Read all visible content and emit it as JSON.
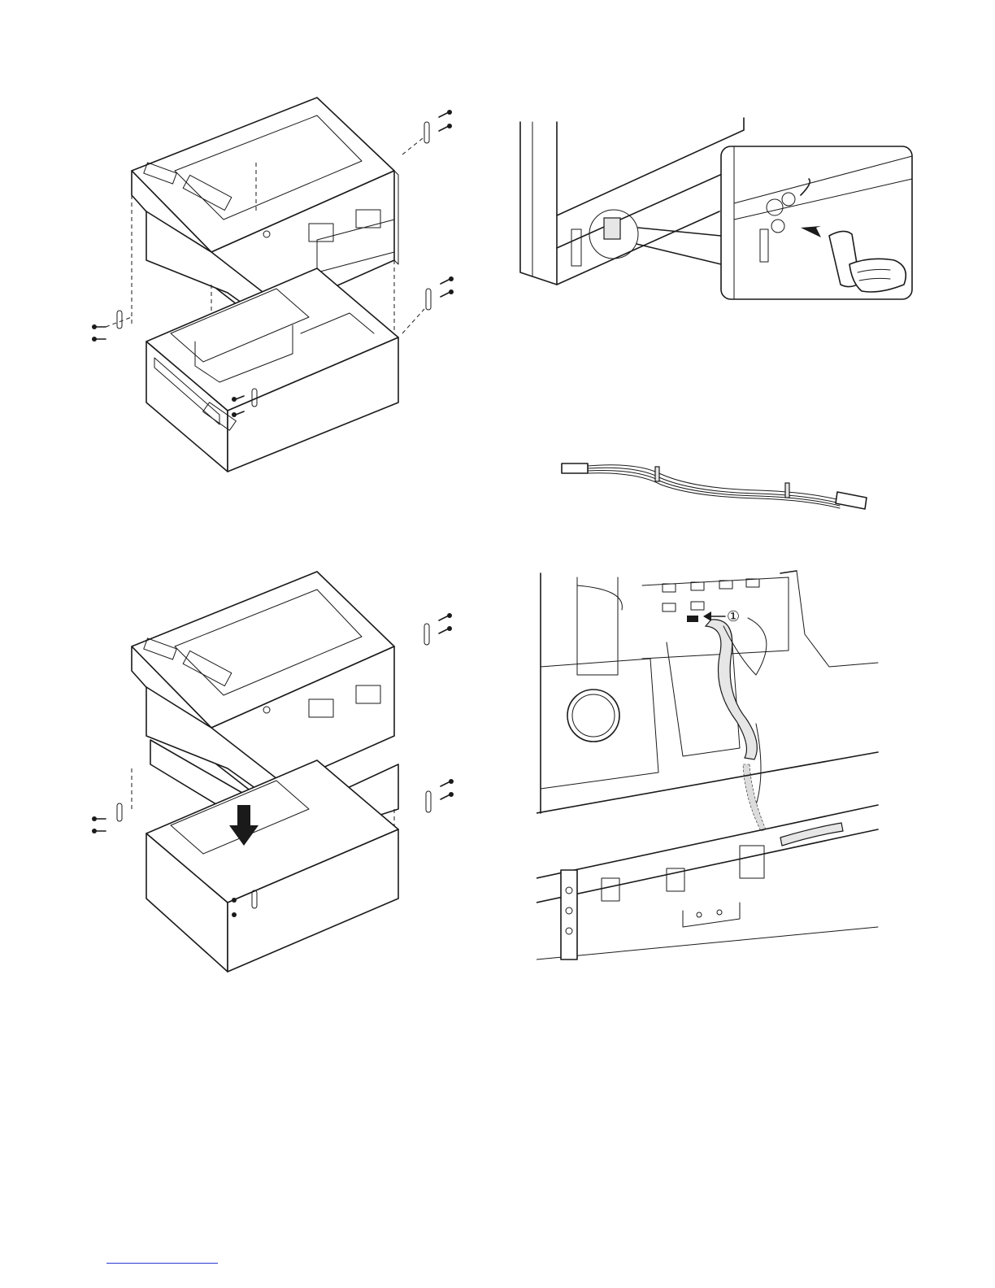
{
  "figures": [
    {
      "name": "figure-copier-screws-removed"
    },
    {
      "name": "figure-connector-detail"
    },
    {
      "name": "figure-harness-cable"
    },
    {
      "name": "figure-copier-on-desk"
    },
    {
      "name": "figure-connector-wiring",
      "callout_label": "①"
    }
  ],
  "colors": {
    "line": "#1a1a1a",
    "link": "#2b3bd0",
    "background": "#ffffff"
  }
}
